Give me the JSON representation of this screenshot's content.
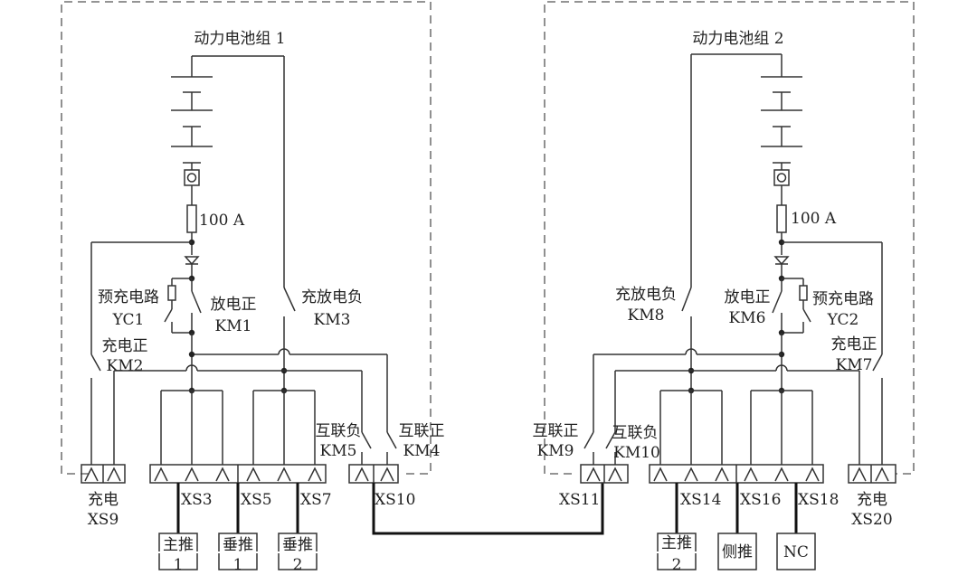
{
  "left": {
    "battery_title": "动力电池组 1",
    "fuse": "100 A",
    "precharge_label": "预充电路",
    "precharge_id": "YC1",
    "discharge_pos_label": "放电正",
    "discharge_pos_id": "KM1",
    "chg_dis_neg_label": "充放电负",
    "chg_dis_neg_id": "KM3",
    "charge_pos_label": "充电正",
    "charge_pos_id": "KM2",
    "inter_neg_label": "互联负",
    "inter_neg_id": "KM5",
    "inter_pos_label": "互联正",
    "inter_pos_id": "KM4",
    "connectors": {
      "charge_label": "充电",
      "xs9": "XS9",
      "xs3": "XS3",
      "xs5": "XS5",
      "xs7": "XS7",
      "xs10": "XS10"
    },
    "loads": {
      "main1_top": "主推",
      "main1_num": "1",
      "vert1_top": "垂推",
      "vert1_num": "1",
      "vert2_top": "垂推",
      "vert2_num": "2"
    }
  },
  "right": {
    "battery_title": "动力电池组 2",
    "fuse": "100 A",
    "precharge_label": "预充电路",
    "precharge_id": "YC2",
    "discharge_pos_label": "放电正",
    "discharge_pos_id": "KM6",
    "chg_dis_neg_label": "充放电负",
    "chg_dis_neg_id": "KM8",
    "charge_pos_label": "充电正",
    "charge_pos_id": "KM7",
    "inter_pos_label": "互联正",
    "inter_pos_id": "KM9",
    "inter_neg_label": "互联负",
    "inter_neg_id": "KM10",
    "connectors": {
      "xs11": "XS11",
      "xs14": "XS14",
      "xs16": "XS16",
      "xs18": "XS18",
      "charge_label": "充电",
      "xs20": "XS20"
    },
    "loads": {
      "main2_top": "主推",
      "main2_num": "2",
      "side": "侧推",
      "nc": "NC"
    }
  }
}
